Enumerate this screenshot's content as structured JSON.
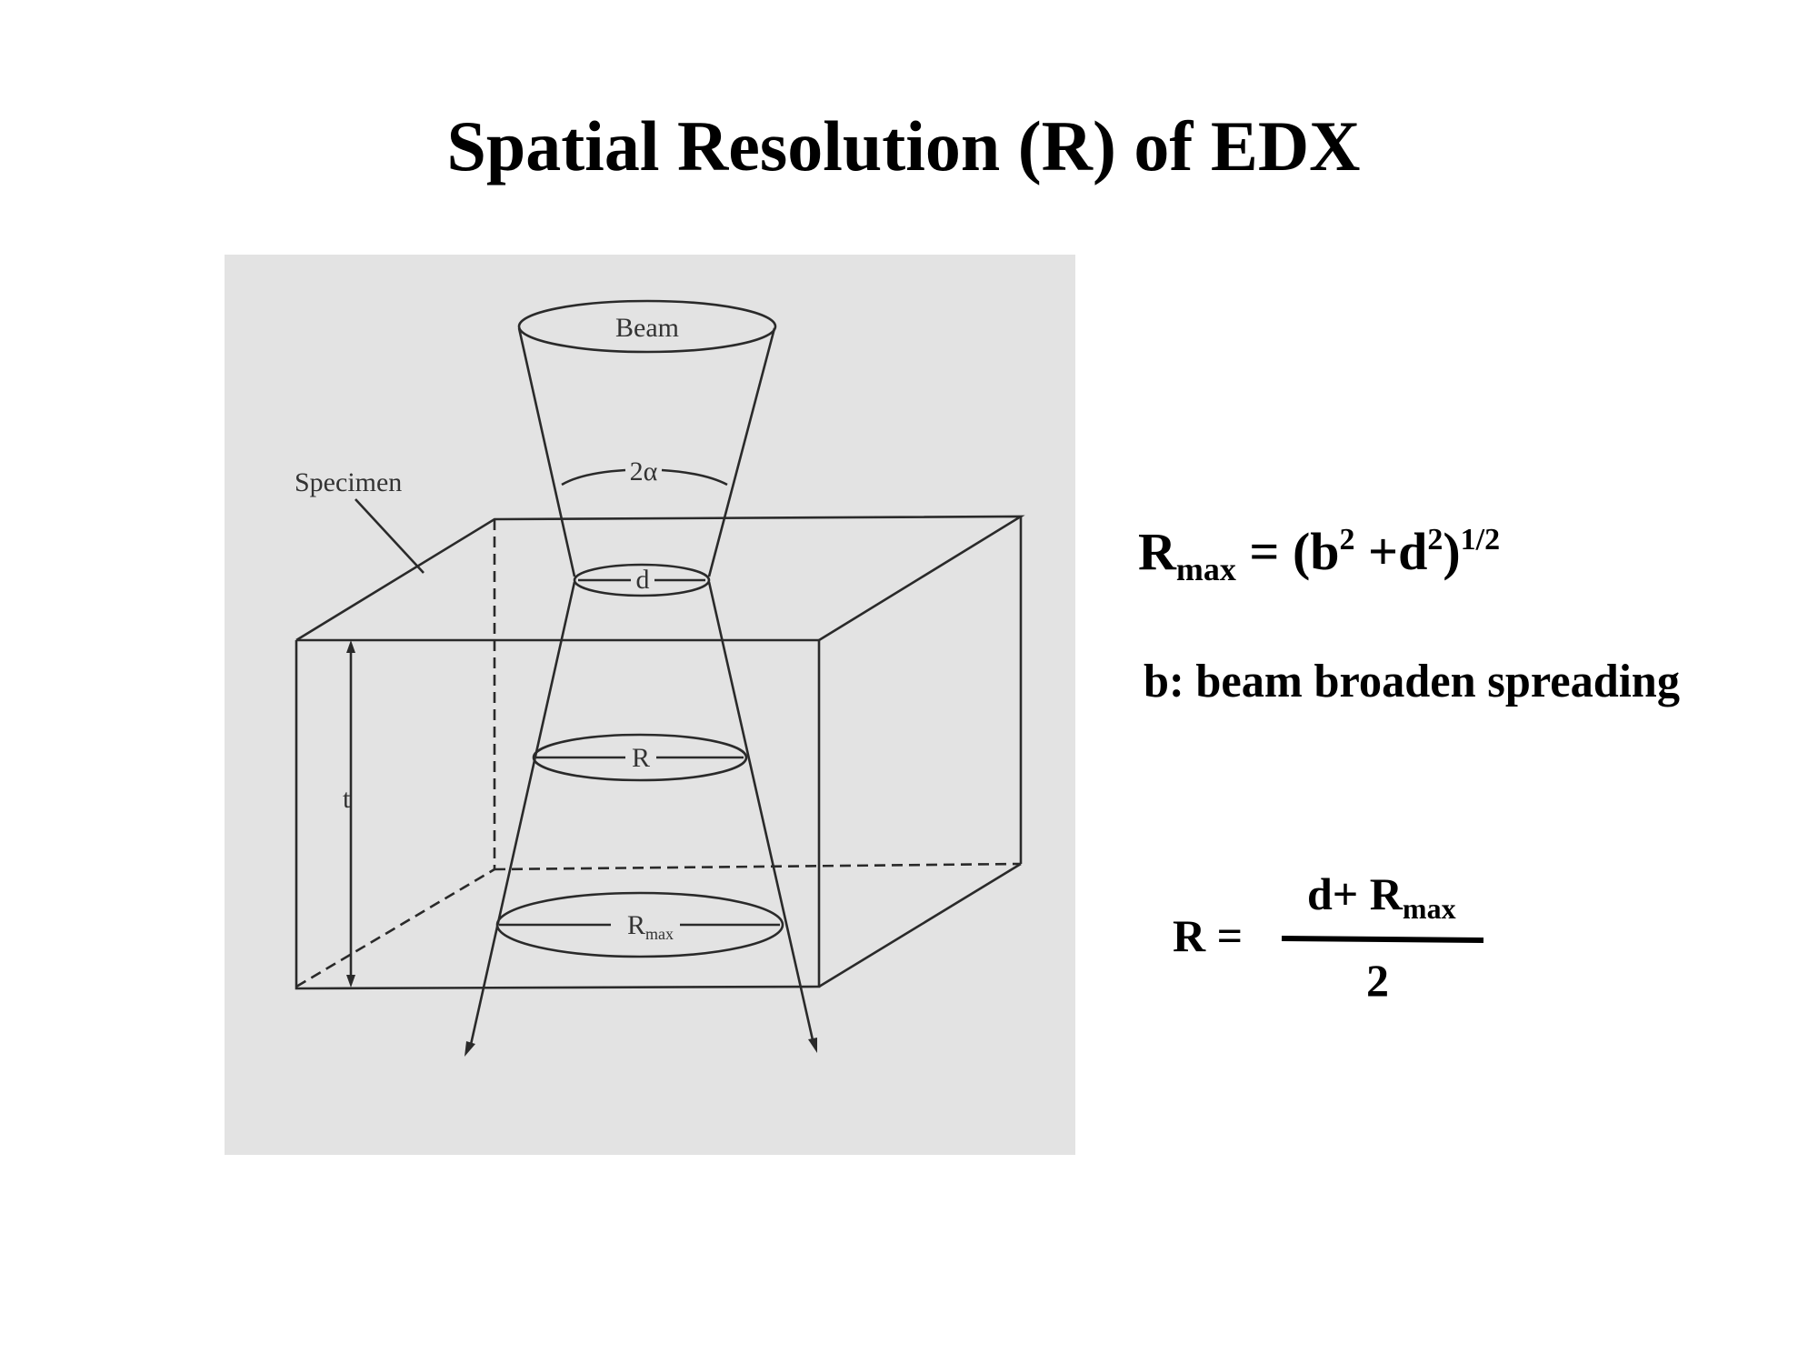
{
  "title": "Spatial Resolution (R) of EDX",
  "diagram": {
    "labels": {
      "beam": "Beam",
      "specimen": "Specimen",
      "angle": "2α",
      "d": "d",
      "r": "R",
      "rmax_main": "R",
      "rmax_sub": "max",
      "t": "t"
    },
    "background_color": "#e3e3e3"
  },
  "formulas": {
    "rmax": {
      "lhs": "R",
      "lhs_sub": "max",
      "eq": " = (b",
      "sup1": "2",
      "mid": " +d",
      "sup2": "2",
      "close": ")",
      "sup3": "1/2"
    },
    "definition": "b: beam broaden spreading",
    "r": {
      "lhs": "R =",
      "numerator": "d+ R",
      "numerator_sub": "max",
      "denominator": "2"
    }
  }
}
